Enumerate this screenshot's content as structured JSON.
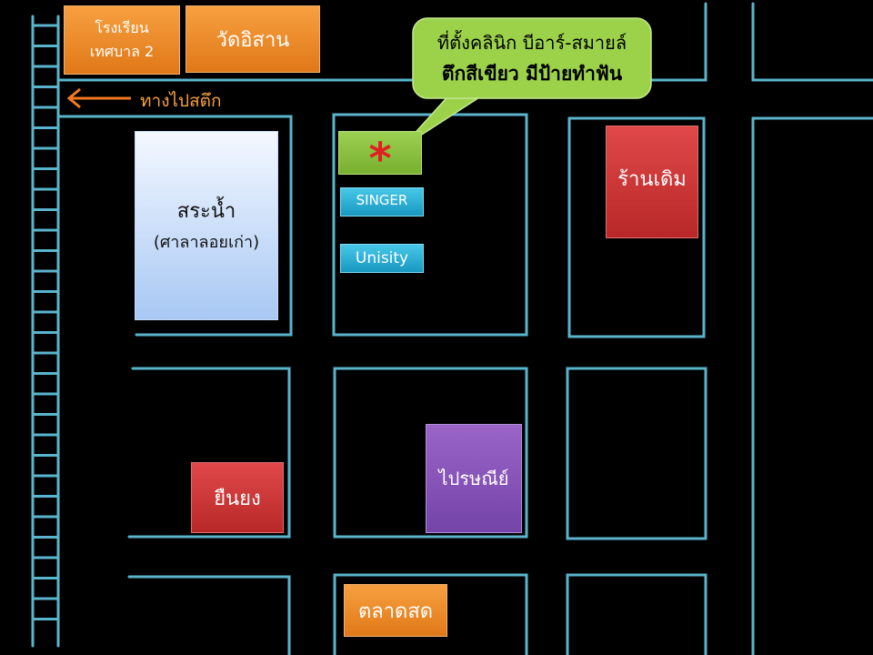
{
  "landmarks": {
    "school_line1": "โรงเรียน",
    "school_line2": "เทศบาล 2",
    "temple": "วัดอิสาน",
    "pond_line1": "สระน้ำ",
    "pond_line2": "(ศาลาลอยเก่า)",
    "singer": "SINGER",
    "unisity": "Unisity",
    "old_shop": "ร้านเดิม",
    "yuenyong": "ยืนยง",
    "post_office": "ไปรษณีย์",
    "market": "ตลาดสด"
  },
  "callout": {
    "line1": "ที่ตั้งคลินิก บีอาร์-สมายล์",
    "line2": "ตึกสีเขียว มีป้ายทำฟัน"
  },
  "marker": {
    "symbol": "*",
    "color": "#e02020"
  },
  "direction": {
    "label": "ทางไปสตึก",
    "arrow_color": "#f07820"
  },
  "colors": {
    "road": "#5ab4cc",
    "orange": "#f08c28",
    "red": "#cc3434",
    "purple": "#8a58bc",
    "cyan": "#30b4dc",
    "green": "#8cc43c",
    "callout_bg": "#9cd24a"
  }
}
